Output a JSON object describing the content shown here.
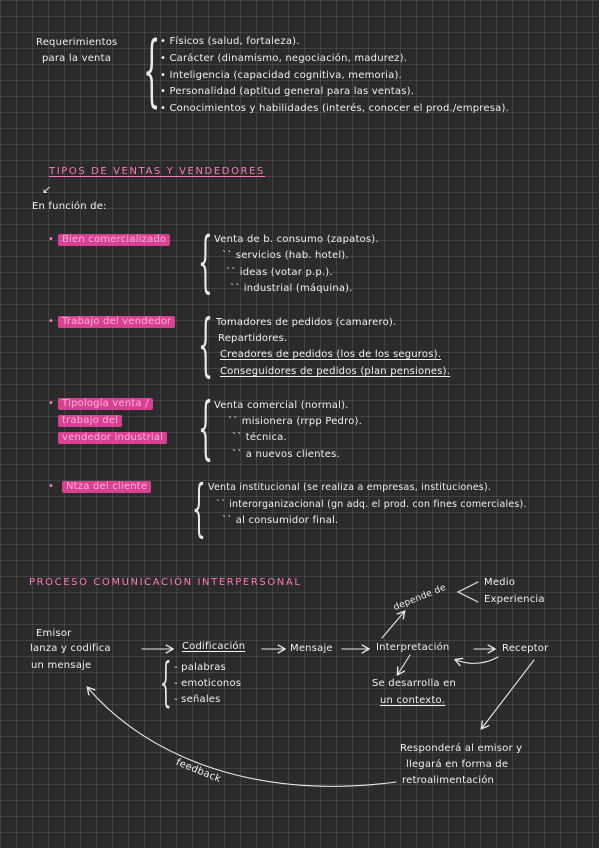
{
  "requisitos": {
    "label": [
      "Requerimientos",
      "para la venta"
    ],
    "items": [
      "• Físicos (salud, fortaleza).",
      "• Carácter (dinamismo, negociación, madurez).",
      "• Inteligencia (capacidad cognitiva, memoria).",
      "• Personalidad (aptitud general para las ventas).",
      "• Conocimientos y habilidades (interés, conocer el prod./empresa)."
    ]
  },
  "tipos": {
    "heading": "TIPOS DE VENTAS Y VENDEDORES",
    "intro": "En función de:",
    "groups": [
      {
        "label": [
          "Bien comercializado"
        ],
        "lines": [
          "Venta de b. consumo   (zapatos).",
          "``  servicios  (hab. hotel).",
          "``  ideas  (votar p.p.).",
          "``  industrial  (máquina)."
        ]
      },
      {
        "label": [
          "Trabajo del vendedor"
        ],
        "lines": [
          "Tomadores de pedidos (camarero).",
          "Repartidores.",
          "Creadores de pedidos (los de los seguros).",
          "Conseguidores de pedidos (plan pensiones)."
        ]
      },
      {
        "label": [
          "Tipología venta /",
          "trabajo del",
          "vendedor industrial"
        ],
        "lines": [
          "Venta comercial (normal).",
          "``  misionera  (rrpp Pedro).",
          "``  técnica.",
          "``  a nuevos clientes."
        ]
      },
      {
        "label": [
          "Ntza del cliente"
        ],
        "lines": [
          "Venta institucional (se realiza a empresas, instituciones).",
          "``  interorganizacional (gn adq. el prod. con fines comerciales).",
          "``  al consumidor final."
        ]
      }
    ]
  },
  "proceso": {
    "heading": "PROCESO COMUNICACIÓN INTERPERSONAL",
    "emisor": [
      "Emisor",
      "lanza y codifica",
      "un mensaje"
    ],
    "codificacion": "Codificación",
    "cod_items": [
      "- palabras",
      "- emoticonos",
      "- señales"
    ],
    "mensaje": "Mensaje",
    "interpretacion": "Interpretación",
    "depende": "depende de",
    "factores": [
      "Medio",
      "Experiencia"
    ],
    "receptor": "Receptor",
    "contexto": [
      "Se desarrolla en",
      "un contexto."
    ],
    "responde": [
      "Responderá al emisor y",
      "llegará en forma de",
      "retroalimentación"
    ],
    "feedback": "feedback"
  }
}
